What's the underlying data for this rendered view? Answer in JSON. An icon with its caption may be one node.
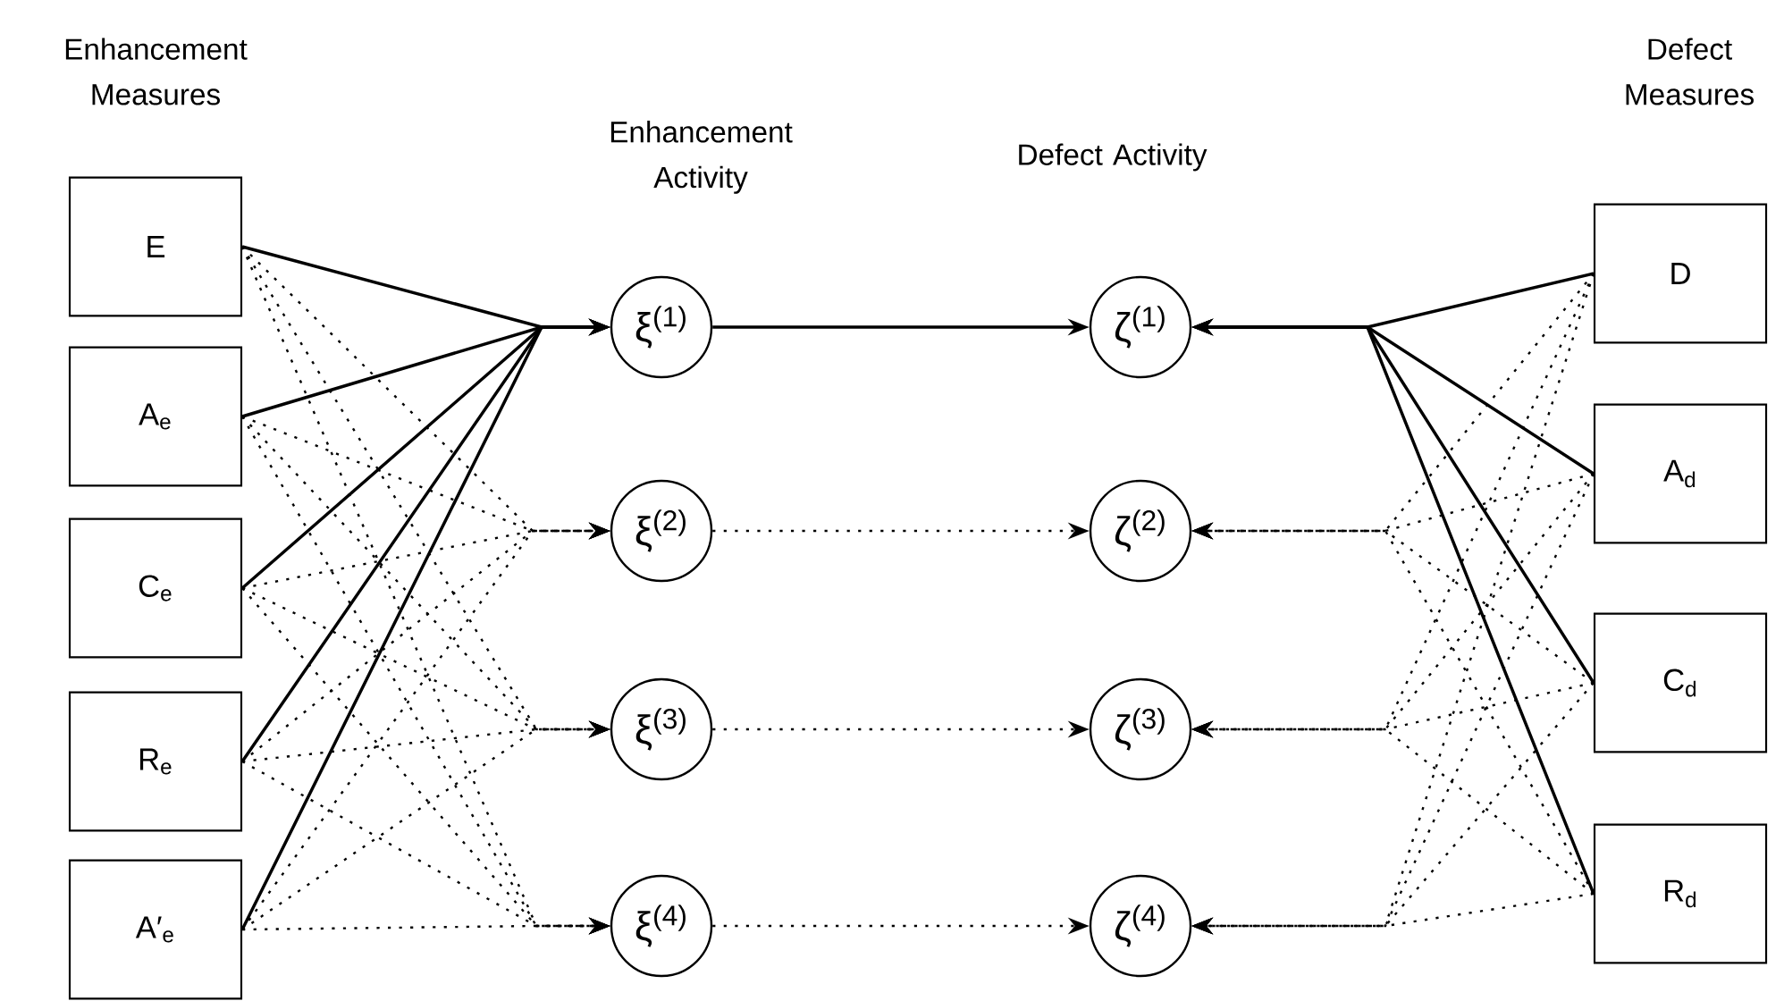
{
  "diagram": {
    "nodes": [
      {
        "text": [
          "E"
        ]
      },
      {
        "text": [
          "A$_{e}$"
        ]
      },
      {
        "text": [
          "C$_{e}$"
        ]
      },
      {
        "text": [
          "R$_{e}$"
        ]
      },
      {
        "text": [
          "A′$_{e}$"
        ]
      },
      {
        "text": [
          "ξ$^{(1)}$"
        ]
      },
      {
        "text": [
          "ξ$^{(2)}$"
        ]
      },
      {
        "text": [
          "ξ$^{(3)}$"
        ]
      },
      {
        "text": [
          "ξ$^{(4)}$"
        ]
      },
      {
        "text": [
          "ζ$^{(1)}$"
        ]
      },
      {
        "text": [
          "ζ$^{(2)}$"
        ]
      },
      {
        "text": [
          "ζ$^{(3)}$"
        ]
      },
      {
        "text": [
          "ζ$^{(4)}$"
        ]
      },
      {
        "text": [
          "D"
        ]
      },
      {
        "text": [
          "A$_{d}$"
        ]
      },
      {
        "text": [
          "C$_{d}$"
        ]
      },
      {
        "text": [
          "R$_{d}$"
        ]
      }
    ],
    "edges": [
      {
        "from": 0,
        "to": 5,
        "arrow": "to"
      },
      {
        "from": 1,
        "to": 5,
        "arrow": "to"
      },
      {
        "from": 2,
        "to": 5,
        "arrow": "to"
      },
      {
        "from": 3,
        "to": 5,
        "arrow": "to"
      },
      {
        "from": 4,
        "to": 5,
        "arrow": "to"
      },
      {
        "from": 0,
        "to": 6,
        "arrow": "to",
        "style": "dashed"
      },
      {
        "from": 1,
        "to": 6,
        "arrow": "to",
        "style": "dashed"
      },
      {
        "from": 2,
        "to": 6,
        "arrow": "to",
        "style": "dashed"
      },
      {
        "from": 3,
        "to": 6,
        "arrow": "to",
        "style": "dashed"
      },
      {
        "from": 4,
        "to": 6,
        "arrow": "to",
        "style": "dashed"
      },
      {
        "from": 0,
        "to": 7,
        "arrow": "to",
        "style": "dashed"
      },
      {
        "from": 1,
        "to": 7,
        "arrow": "to",
        "style": "dashed"
      },
      {
        "from": 2,
        "to": 7,
        "arrow": "to",
        "style": "dashed"
      },
      {
        "from": 3,
        "to": 7,
        "arrow": "to",
        "style": "dashed"
      },
      {
        "from": 4,
        "to": 7,
        "arrow": "to",
        "style": "dashed"
      },
      {
        "from": 0,
        "to": 8,
        "arrow": "to",
        "style": "dashed"
      },
      {
        "from": 1,
        "to": 8,
        "arrow": "to",
        "style": "dashed"
      },
      {
        "from": 2,
        "to": 8,
        "arrow": "to",
        "style": "dashed"
      },
      {
        "from": 3,
        "to": 8,
        "arrow": "to",
        "style": "dashed"
      },
      {
        "from": 4,
        "to": 8,
        "arrow": "to",
        "style": "dashed"
      },
      {
        "from": 5,
        "to": 9,
        "arrow": "to"
      },
      {
        "from": 6,
        "to": 10,
        "arrow": "to",
        "style": "dashed"
      },
      {
        "from": 7,
        "to": 11,
        "arrow": "to",
        "style": "dashed"
      },
      {
        "from": 8,
        "to": 12,
        "arrow": "to",
        "style": "dashed"
      },
      {
        "from": 13,
        "to": 9,
        "arrow": "to"
      },
      {
        "from": 14,
        "to": 9,
        "arrow": "to"
      },
      {
        "from": 15,
        "to": 9,
        "arrow": "to"
      },
      {
        "from": 16,
        "to": 9,
        "arrow": "to"
      },
      {
        "from": 13,
        "to": 10,
        "arrow": "to",
        "style": "dashed"
      },
      {
        "from": 14,
        "to": 10,
        "arrow": "to",
        "style": "dashed"
      },
      {
        "from": 15,
        "to": 10,
        "arrow": "to",
        "style": "dashed"
      },
      {
        "from": 16,
        "to": 10,
        "arrow": "to",
        "style": "dashed"
      },
      {
        "from": 13,
        "to": 11,
        "arrow": "to",
        "style": "dashed"
      },
      {
        "from": 14,
        "to": 11,
        "arrow": "to",
        "style": "dashed"
      },
      {
        "from": 15,
        "to": 11,
        "arrow": "to",
        "style": "dashed"
      },
      {
        "from": 16,
        "to": 11,
        "arrow": "to",
        "style": "dashed"
      },
      {
        "from": 13,
        "to": 12,
        "arrow": "to",
        "style": "dashed"
      },
      {
        "from": 14,
        "to": 12,
        "arrow": "to",
        "style": "dashed"
      },
      {
        "from": 15,
        "to": 12,
        "arrow": "to",
        "style": "dashed"
      },
      {
        "from": 16,
        "to": 12,
        "arrow": "to",
        "style": "dashed"
      }
    ],
    "labels": [
      "Enhancement Measures",
      "Enhancement Activity",
      "Defect Activity",
      "Defect Measures"
    ]
  }
}
